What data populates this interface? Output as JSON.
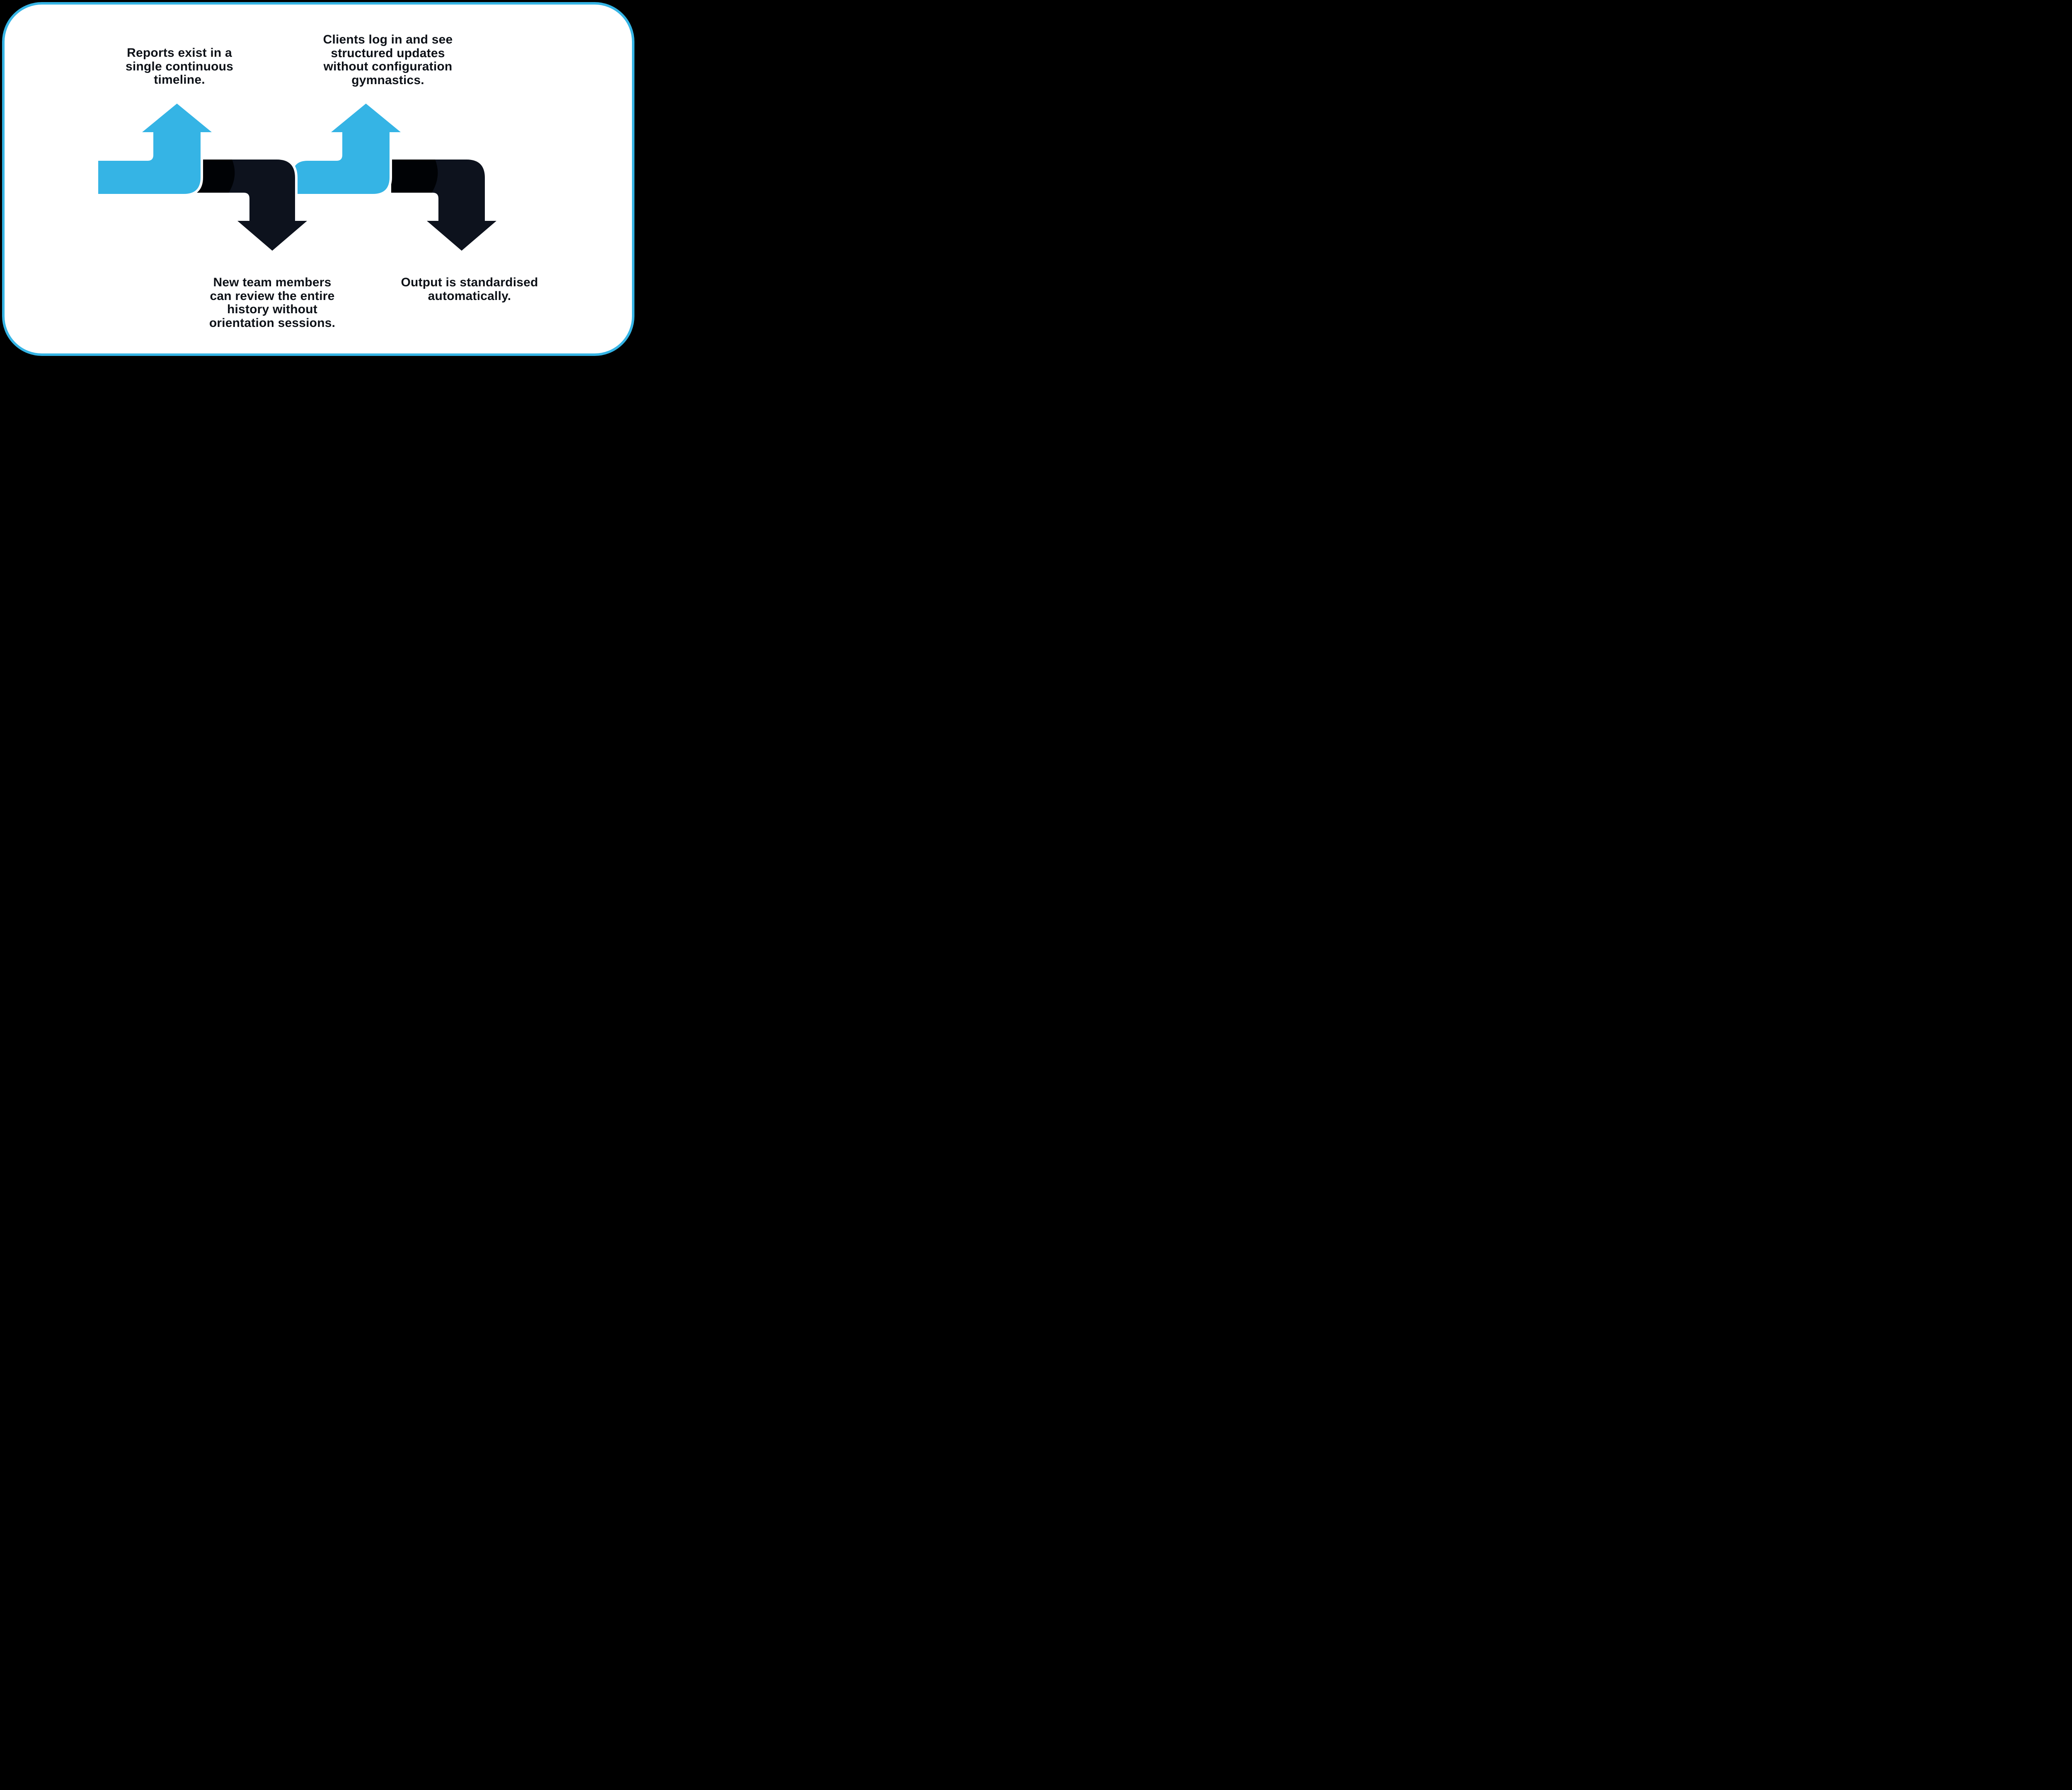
{
  "figure": {
    "type": "zigzag-arrow-flow",
    "steps": [
      {
        "id": 1,
        "icon": "up-arrow-icon",
        "arrow_color": "#35b4e5",
        "direction": "up",
        "label": "Reports exist in a\nsingle continuous\ntimeline."
      },
      {
        "id": 2,
        "icon": "down-arrow-icon",
        "arrow_color": "#0d121d",
        "direction": "down",
        "label": "New team members\ncan review the entire\nhistory without\norientation sessions."
      },
      {
        "id": 3,
        "icon": "up-arrow-icon",
        "arrow_color": "#35b4e5",
        "direction": "up",
        "label": "Clients log in and see\nstructured updates\nwithout configuration\ngymnastics."
      },
      {
        "id": 4,
        "icon": "down-arrow-icon",
        "arrow_color": "#0d121d",
        "direction": "down",
        "label": "Output is standardised\nautomatically."
      }
    ]
  },
  "colors": {
    "background": "#000000",
    "card_fill": "#ffffff",
    "card_border": "#35b4e5",
    "blue": "#35b4e5",
    "dark": "#0d121d",
    "fold_shadow": "#000205",
    "outline": "#ffffff",
    "text": "#0d1117"
  }
}
